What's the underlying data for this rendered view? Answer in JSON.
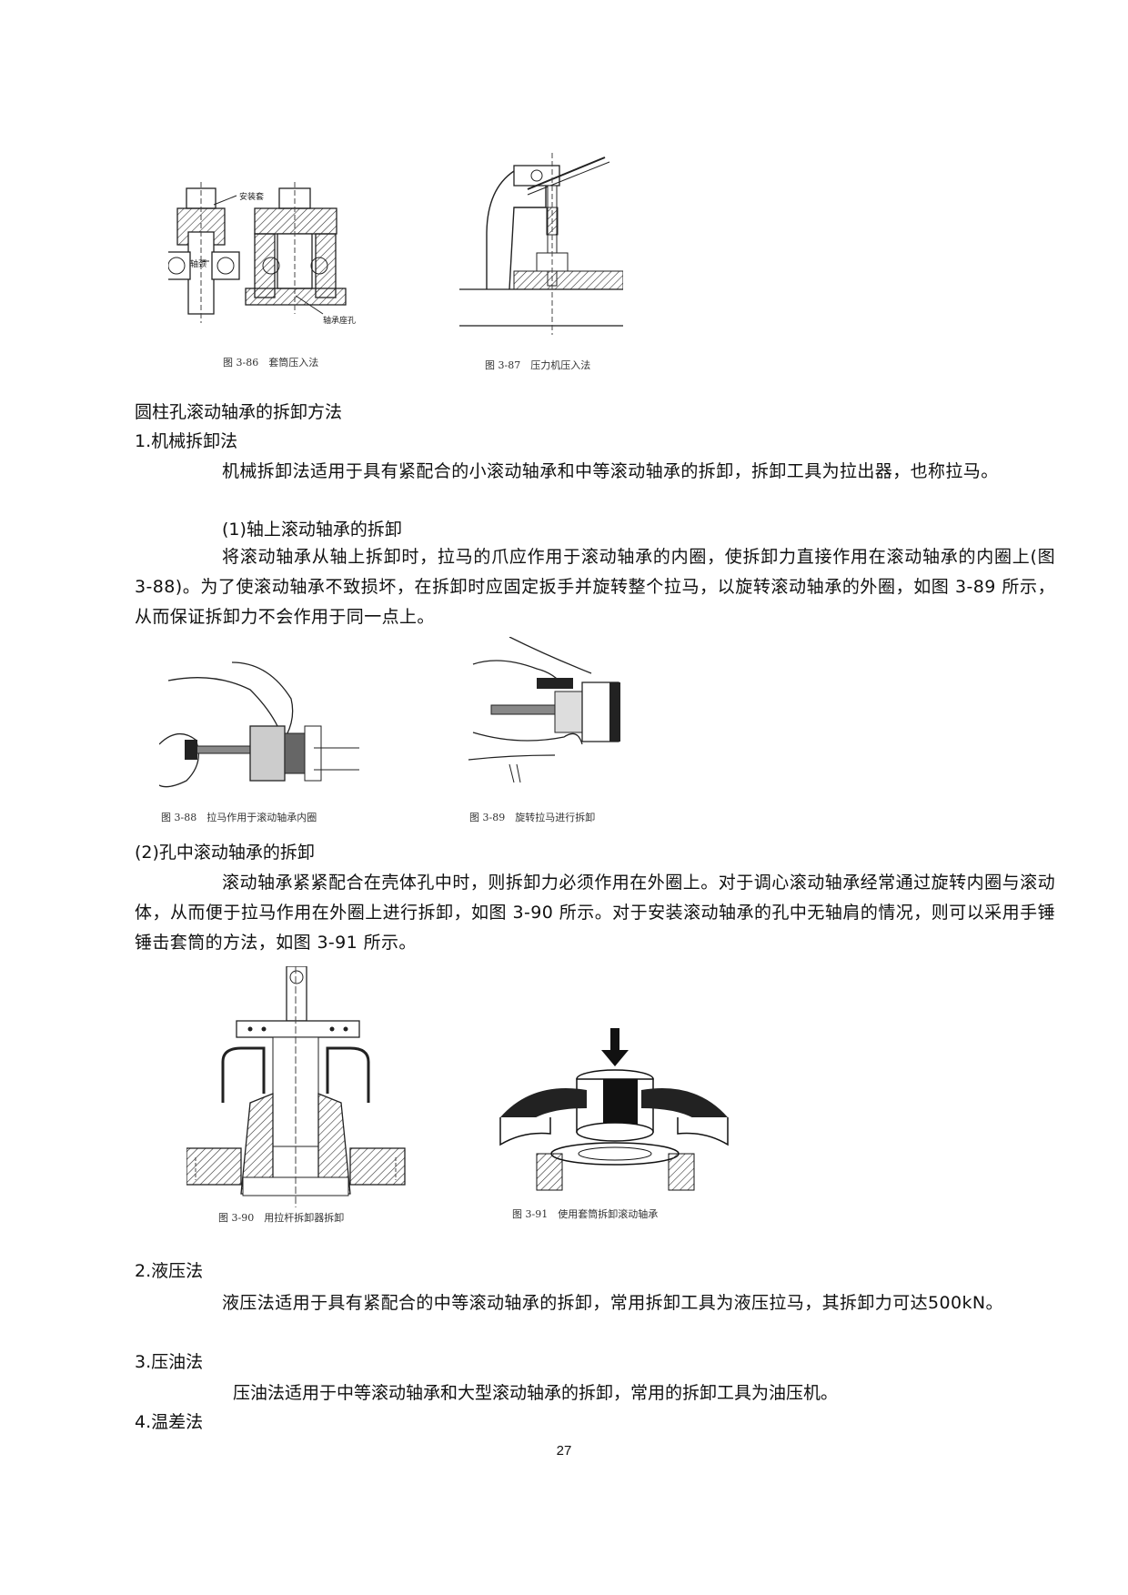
{
  "figures": {
    "fig86": {
      "caption": "图 3-86　套筒压入法",
      "label_sleeve": "安装套",
      "label_journal": "轴颈",
      "label_bore": "轴承座孔"
    },
    "fig87": {
      "caption": "图 3-87　压力机压入法"
    },
    "fig88": {
      "caption": "图 3-88　拉马作用于滚动轴承内圈"
    },
    "fig89": {
      "caption": "图 3-89　旋转拉马进行拆卸"
    },
    "fig90": {
      "caption": "图 3-90　用拉杆拆卸器拆卸"
    },
    "fig91": {
      "caption": "图 3-91　使用套筒拆卸滚动轴承"
    }
  },
  "content": {
    "section_title": "圆柱孔滚动轴承的拆卸方法",
    "m1_title": "1.机械拆卸法",
    "m1_para": "机械拆卸法适用于具有紧配合的小滚动轴承和中等滚动轴承的拆卸，拆卸工具为拉出器，也称拉马。",
    "m1_sub1_title": "(1)轴上滚动轴承的拆卸",
    "m1_sub1_para": "将滚动轴承从轴上拆卸时，拉马的爪应作用于滚动轴承的内圈，使拆卸力直接作用在滚动轴承的内圈上(图 3-88)。为了使滚动轴承不致损坏，在拆卸时应固定扳手并旋转整个拉马，以旋转滚动轴承的外圈，如图 3-89 所示，从而保证拆卸力不会作用于同一点上。",
    "m1_sub2_title": "(2)孔中滚动轴承的拆卸",
    "m1_sub2_para": "滚动轴承紧紧配合在壳体孔中时，则拆卸力必须作用在外圈上。对于调心滚动轴承经常通过旋转内圈与滚动体，从而便于拉马作用在外圈上进行拆卸，如图 3-90 所示。对于安装滚动轴承的孔中无轴肩的情况，则可以采用手锤锤击套筒的方法，如图 3-91 所示。",
    "m2_title": "2.液压法",
    "m2_para": "液压法适用于具有紧配合的中等滚动轴承的拆卸，常用拆卸工具为液压拉马，其拆卸力可达500kN。",
    "m3_title": "3.压油法",
    "m3_para": "压油法适用于中等滚动轴承和大型滚动轴承的拆卸，常用的拆卸工具为油压机。",
    "m4_title": "4.温差法"
  },
  "page_number": "27"
}
